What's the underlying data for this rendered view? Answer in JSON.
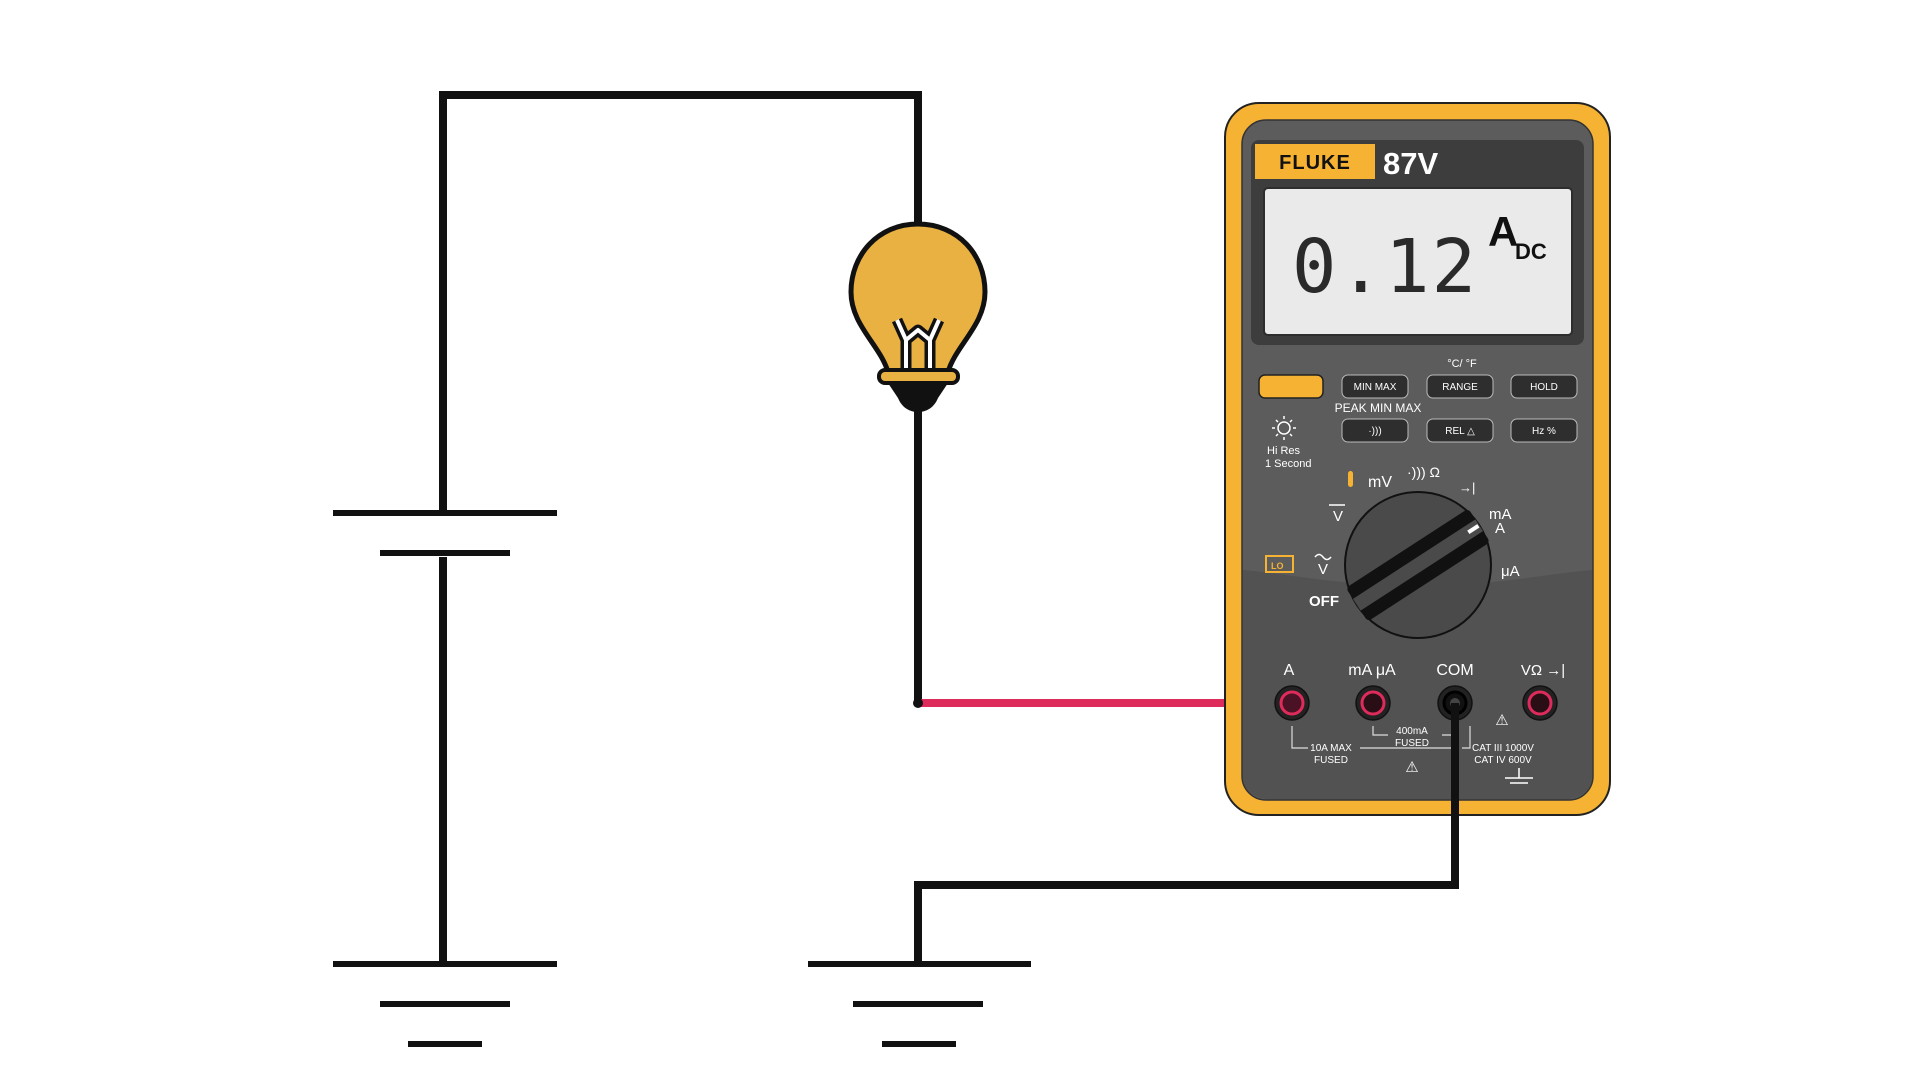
{
  "meter": {
    "brand": "FLUKE",
    "model": "87V",
    "display_value": "0.12",
    "display_unit": "A",
    "display_unit_sub": "DC",
    "top_label": "°C/ °F",
    "peak_label": "PEAK MIN MAX",
    "buttons": {
      "min_max": "MIN MAX",
      "range": "RANGE",
      "hold": "HOLD",
      "continuity": "·)))",
      "rel": "REL △",
      "hz": "Hz  %"
    },
    "hi_res": "Hi Res",
    "hi_res_sub": "1 Second",
    "dial": {
      "off": "OFF",
      "vac": "V",
      "vdc": "V",
      "mv": "mV",
      "ohm": "·))) Ω",
      "diode": "→|",
      "ma_a": "mA",
      "a": "A",
      "ua": "μA",
      "lo": "LO"
    },
    "jacks": {
      "a": "A",
      "ma_ua": "mA μA",
      "com": "COM",
      "v_ohm": "VΩ →|"
    },
    "ratings": {
      "a_max": "10A MAX",
      "a_fused": "FUSED",
      "ma_max": "400mA",
      "ma_fused": "FUSED",
      "cat3": "CAT III 1000V",
      "cat4": "CAT IV 600V"
    },
    "warning_symbol": "⚠"
  },
  "colors": {
    "meter_yellow": "#f6b233",
    "meter_body": "#5c5c5c",
    "lcd_bg": "#eaeaea",
    "bulb_fill": "#e9b142",
    "red_lead": "#dd2b5b",
    "wire": "#111111"
  }
}
